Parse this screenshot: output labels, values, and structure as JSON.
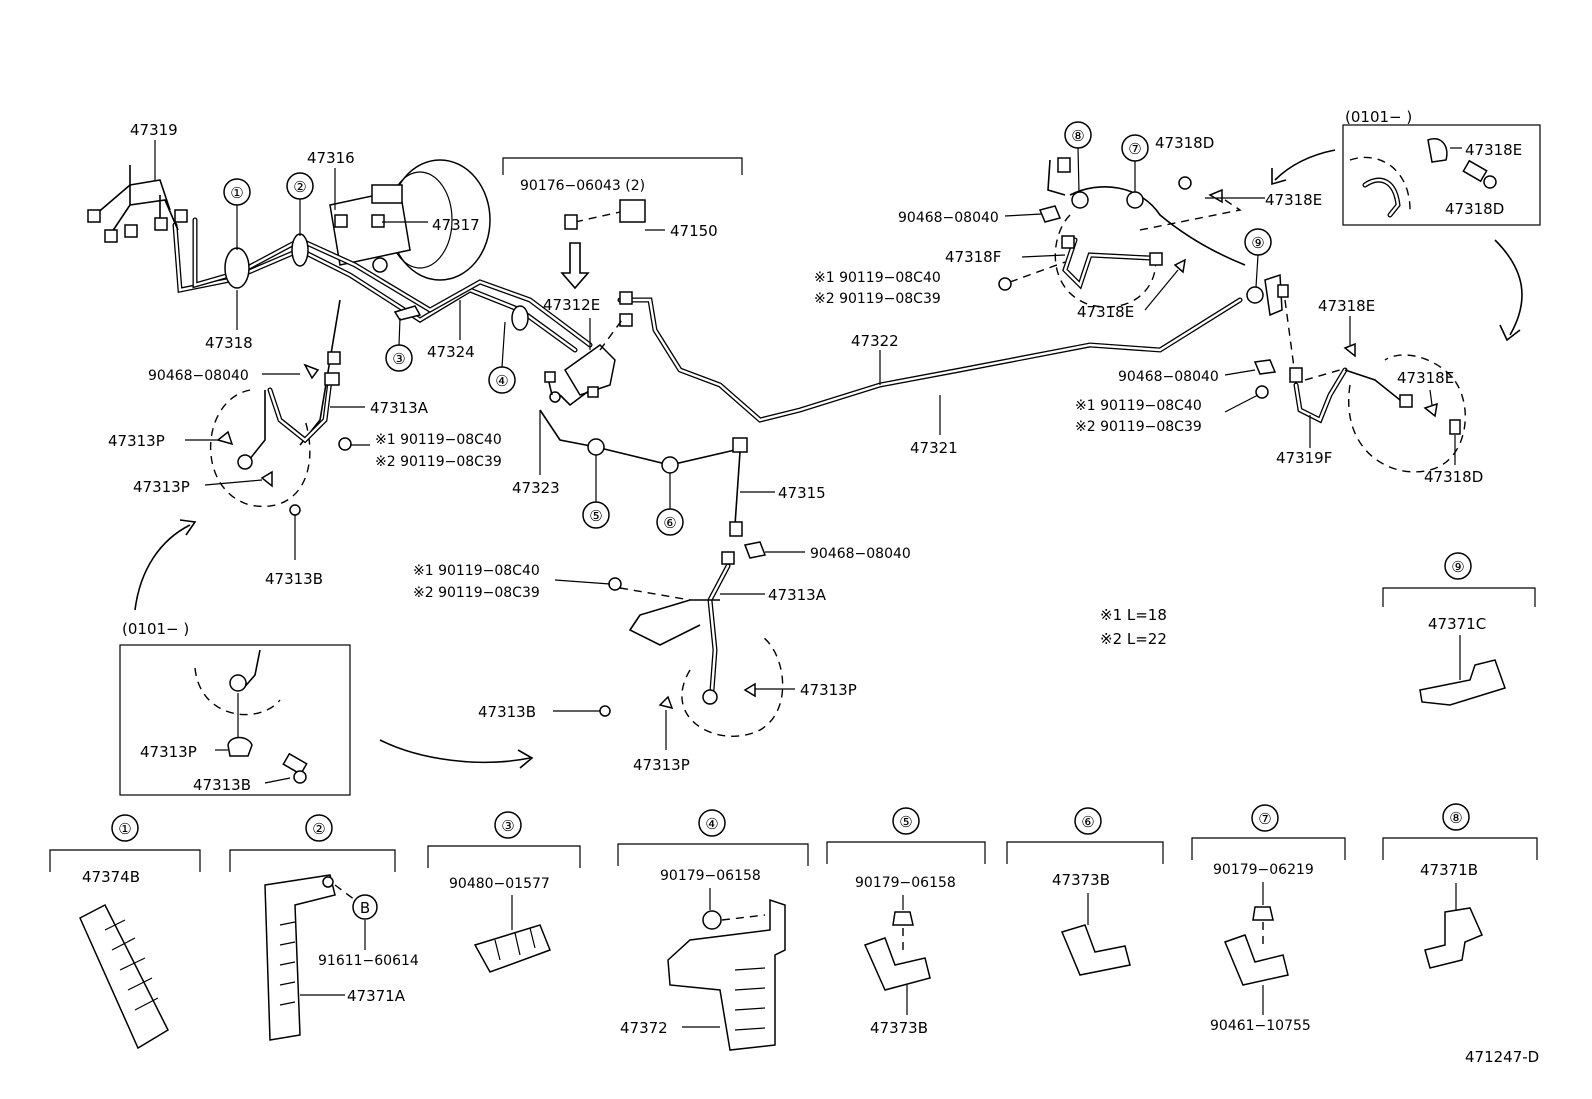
{
  "diagram_id": "471247-D",
  "callouts": {
    "c1": "①",
    "c2": "②",
    "c3": "③",
    "c4": "④",
    "c5": "⑤",
    "c6": "⑥",
    "c7": "⑦",
    "c8": "⑧",
    "c9": "⑨",
    "cB": "B"
  },
  "labels": {
    "p47319": "47319",
    "p47316": "47316",
    "p47317": "47317",
    "p47318": "47318",
    "p47324": "47324",
    "p90468_a": "90468−08040",
    "p47313A_a": "47313A",
    "p47313P_a": "47313P",
    "p47313P_b": "47313P",
    "m1_a": "※1 90119−08C40",
    "m2_a": "※2 90119−08C39",
    "p47313B_a": "47313B",
    "inset_left_range": "(0101−        )",
    "inset_left_47313P": "47313P",
    "inset_left_47313B": "47313B",
    "bracket_90176": "90176−06043 (2)",
    "p47150": "47150",
    "p47312E": "47312E",
    "p47323": "47323",
    "p47315": "47315",
    "p90468_b": "90468−08040",
    "m1_b": "※1 90119−08C40",
    "m2_b": "※2 90119−08C39",
    "p47313A_b": "47313A",
    "p47313B_b": "47313B",
    "p47313P_c": "47313P",
    "p47313P_d": "47313P",
    "p47322": "47322",
    "p47321": "47321",
    "p90468_c": "90468−08040",
    "p47318F": "47318F",
    "m1_c": "※1 90119−08C40",
    "m2_c": "※2 90119−08C39",
    "p47318D_a": "47318D",
    "p47318E_a": "47318E",
    "p47318E_b": "47318E",
    "inset_right_range": "(0101−        )",
    "inset_right_47318E": "47318E",
    "inset_right_47318D": "47318D",
    "p47318E_c": "47318E",
    "p90468_d": "90468−08040",
    "m1_d": "※1 90119−08C40",
    "m2_d": "※2 90119−08C39",
    "p47318E_d": "47318E",
    "p47319F": "47319F",
    "p47318D_b": "47318D",
    "note1": "※1    L=18",
    "note2": "※2    L=22",
    "d9_part": "47371C"
  },
  "details": [
    {
      "id": "①",
      "parts": [
        "47374B"
      ]
    },
    {
      "id": "②",
      "parts": [
        "91611−60614",
        "47371A"
      ]
    },
    {
      "id": "③",
      "parts": [
        "90480−01577"
      ]
    },
    {
      "id": "④",
      "parts": [
        "90179−06158",
        "47372"
      ]
    },
    {
      "id": "⑤",
      "parts": [
        "90179−06158",
        "47373B"
      ]
    },
    {
      "id": "⑥",
      "parts": [
        "47373B"
      ]
    },
    {
      "id": "⑦",
      "parts": [
        "90179−06219",
        "90461−10755"
      ]
    },
    {
      "id": "⑧",
      "parts": [
        "47371B"
      ]
    }
  ]
}
